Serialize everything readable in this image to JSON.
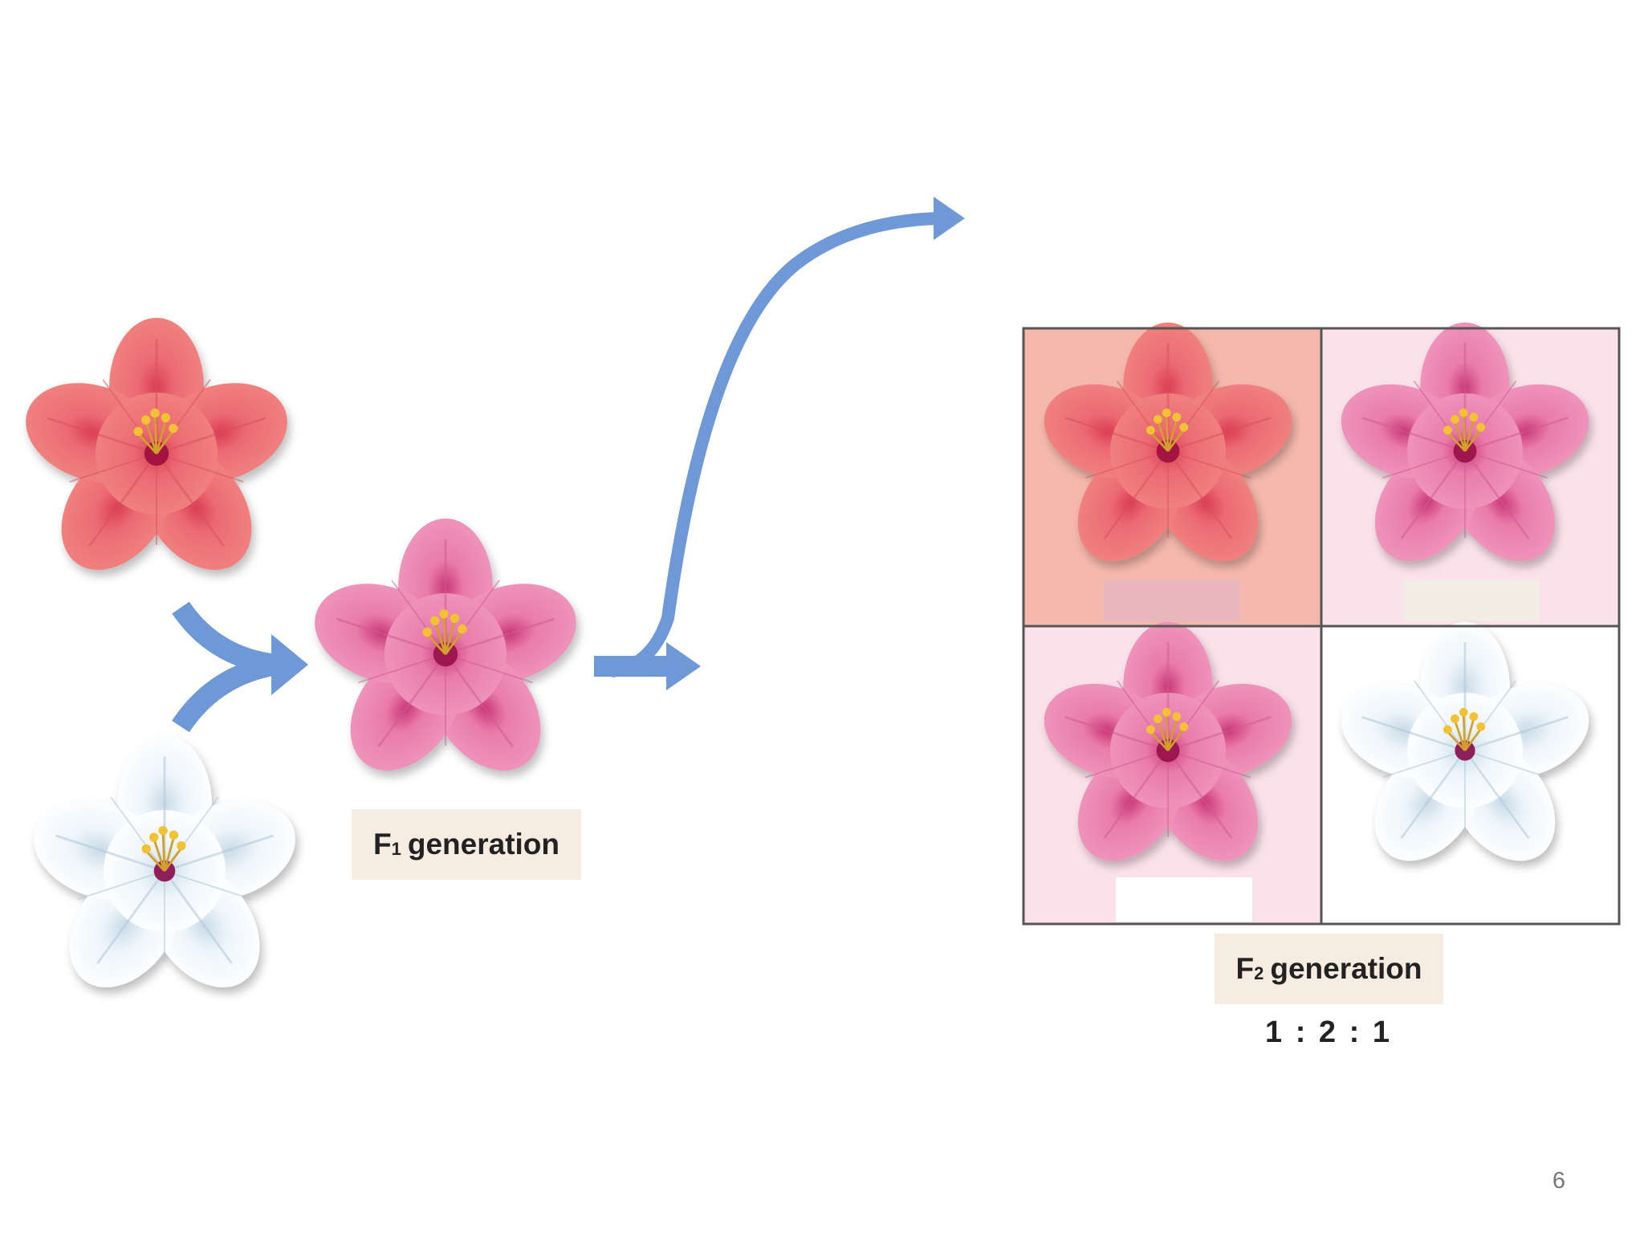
{
  "slide": {
    "page_number": "6"
  },
  "f1": {
    "letter": "F",
    "subscript": "1",
    "word": "generation"
  },
  "f2": {
    "letter": "F",
    "subscript": "2",
    "word": "generation",
    "ratio": "1 : 2 : 1"
  },
  "flowers": {
    "red": "red-flower",
    "pink": "pink-flower",
    "white": "white-flower"
  },
  "colors": {
    "arrow": "#6e98d6",
    "red_petal": "#ec6a73",
    "pink_petal": "#e97bab",
    "white_petal": "#e9f2f8",
    "red_cell": "#f5b8ad",
    "pink_cell": "#fbe2ea",
    "grid_line": "#555555"
  }
}
